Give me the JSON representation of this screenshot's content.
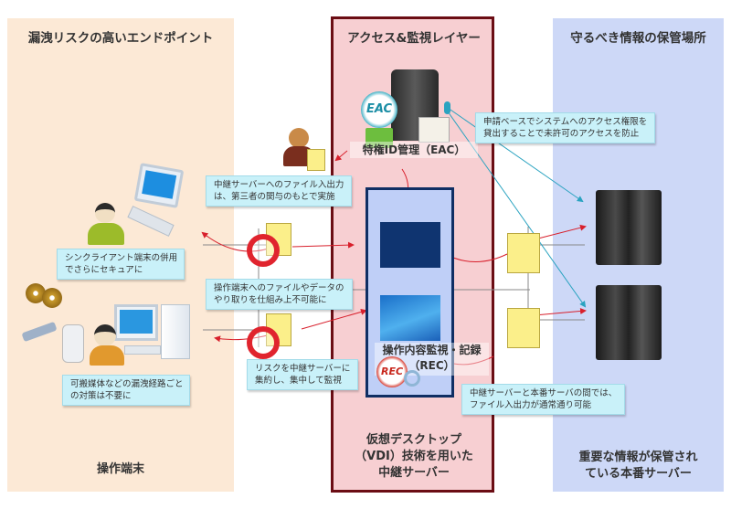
{
  "zones": {
    "left": {
      "title": "漏洩リスクの高いエンドポイント",
      "bottom_label": "操作端末"
    },
    "middle": {
      "title": "アクセス&監視レイヤー",
      "bottom_label_lines": [
        "仮想デスクトップ",
        "（VDI）技術を用いた",
        "中継サーバー"
      ]
    },
    "right": {
      "title": "守るべき情報の保管場所",
      "bottom_label_lines": [
        "重要な情報が保管され",
        "ている本番サーバー"
      ]
    }
  },
  "components": {
    "eac_label": "特権ID管理（EAC）",
    "eac_badge": "EAC",
    "rec_label_lines": [
      "操作内容監視・記録",
      "（REC）"
    ],
    "rec_badge": "REC"
  },
  "callouts": {
    "eac_note": [
      "申請ベースでシステムへのアクセス権限を",
      "貸出することで未許可のアクセスを防止"
    ],
    "relay_io": [
      "中継サーバーへのファイル入出力",
      "は、第三者の関与のもとで実施"
    ],
    "thin_client": [
      "シンクライアント端末の併用",
      "でさらにセキュアに"
    ],
    "no_transfer": [
      "操作端末へのファイルやデータの",
      "やり取りを仕組み上不可能に"
    ],
    "removable_media": [
      "可搬媒体などの漏洩経路ごと",
      "の対策は不要に"
    ],
    "consolidate_risk": [
      "リスクを中継サーバーに",
      "集約し、集中して監視"
    ],
    "server_io": [
      "中継サーバーと本番サーバの間では、",
      "ファイル入出力が通常通り可能"
    ]
  },
  "colors": {
    "left_zone": "#fce9d6",
    "middle_zone": "#f7cfd2",
    "middle_border": "#6b0d14",
    "right_zone": "#cdd8f7",
    "callout": "#c9f1f9",
    "vdi_box": "#bfcff7",
    "vdi_border": "#0f2e63",
    "arrow_red": "#d8202c",
    "arrow_teal": "#2aa3c0"
  }
}
